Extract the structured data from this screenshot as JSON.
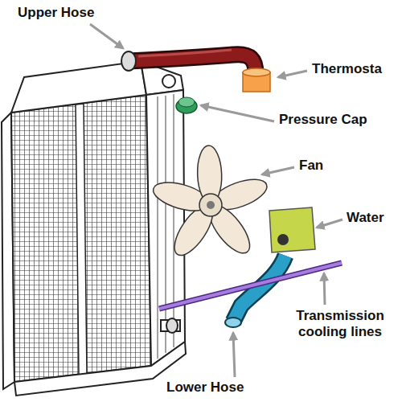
{
  "diagram": {
    "labels": [
      "Upper Hose",
      "Thermosta",
      "Pressure Cap",
      "Fan",
      "Water",
      "Transmission cooling lines",
      "Lower Hose"
    ]
  }
}
